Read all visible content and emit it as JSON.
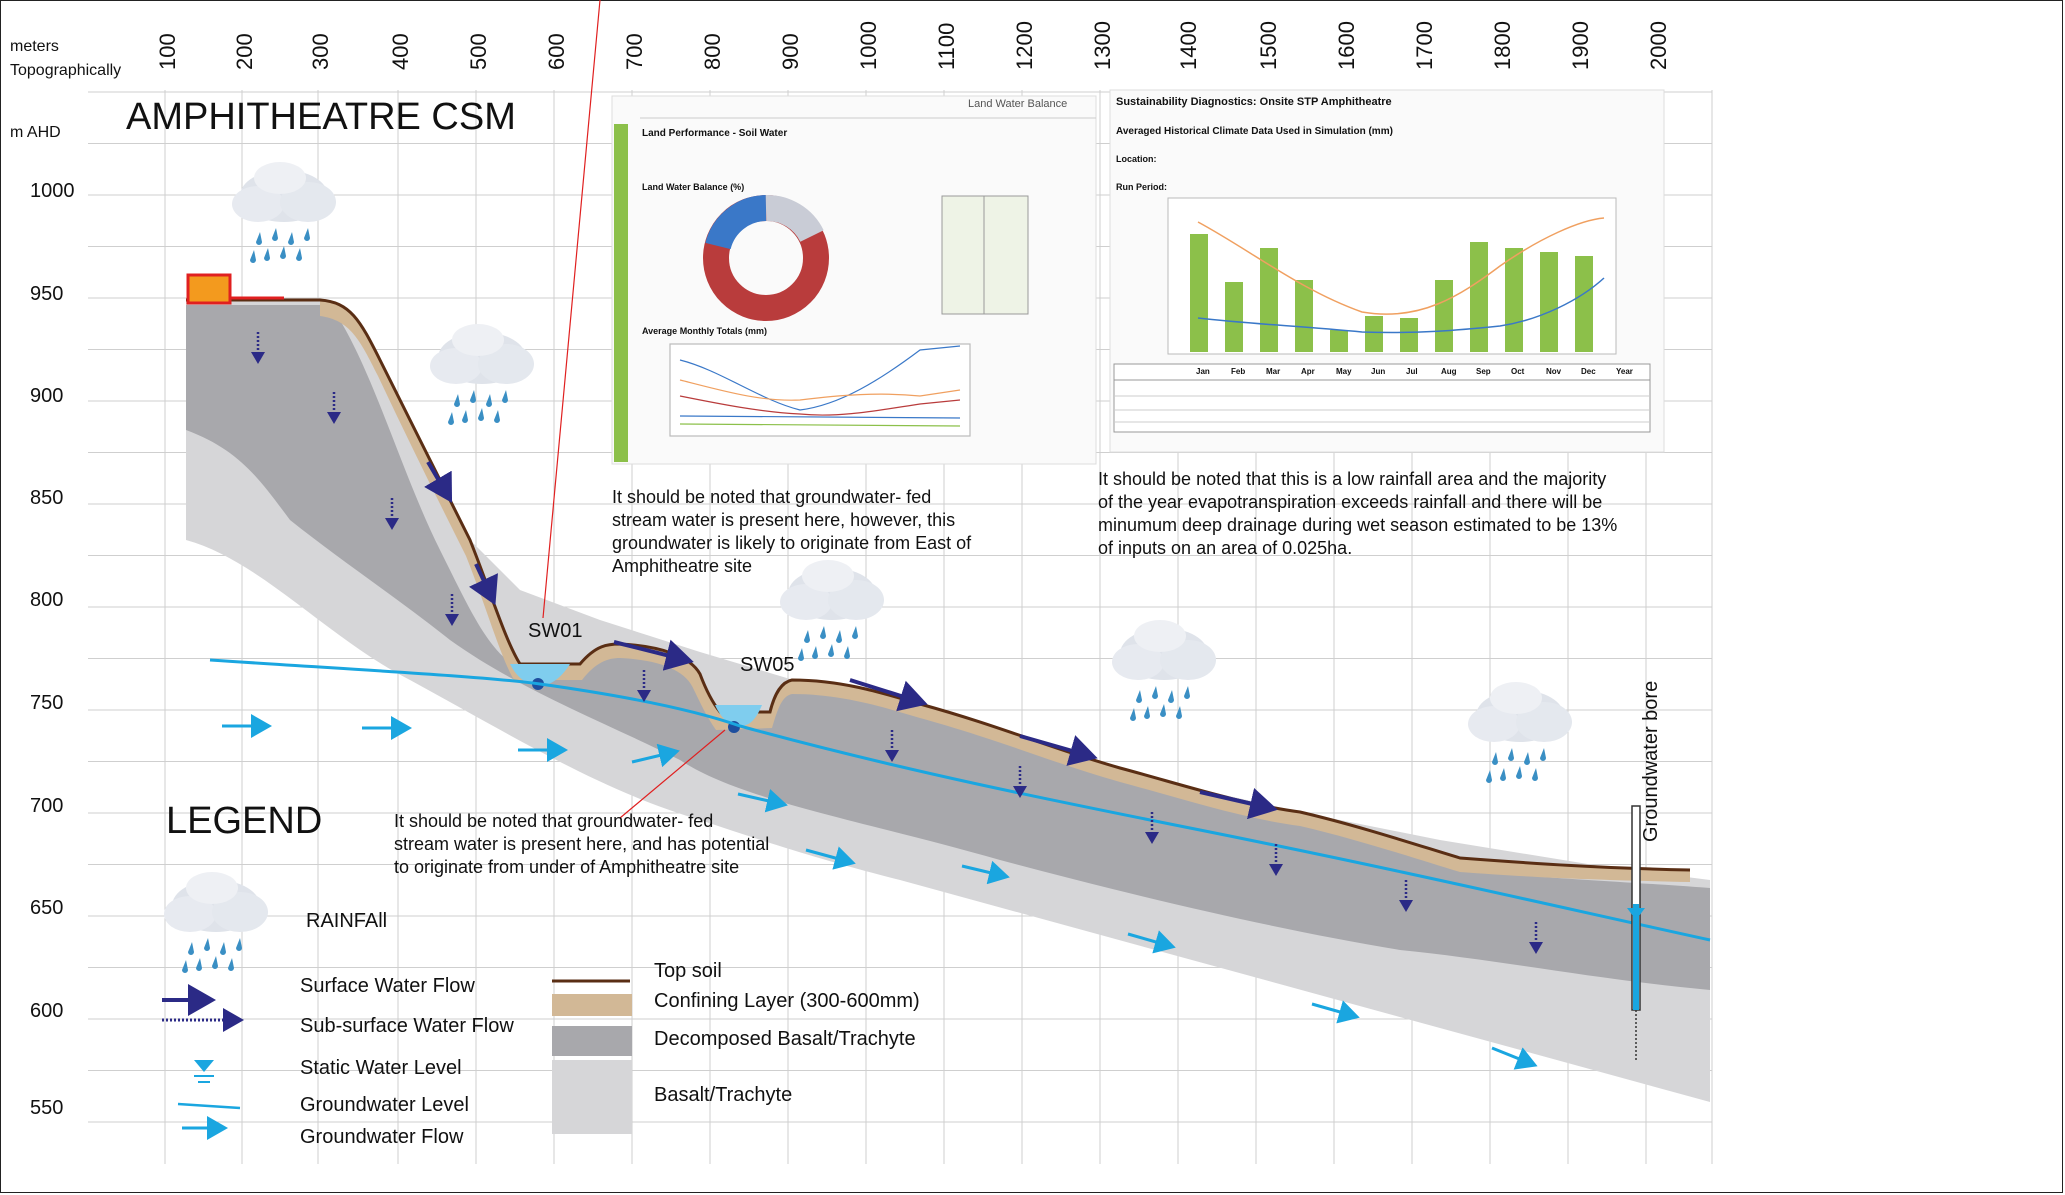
{
  "title": "AMPHITHEATRE CSM",
  "x_axis": {
    "caption_lines": [
      "meters",
      "Topographically"
    ],
    "ticks": [
      "100",
      "200",
      "300",
      "400",
      "500",
      "600",
      "700",
      "800",
      "900",
      "1000",
      "1100",
      "1200",
      "1300",
      "1400",
      "1500",
      "1600",
      "1700",
      "1800",
      "1900",
      "2000"
    ]
  },
  "y_axis": {
    "unit": "m AHD",
    "ticks": [
      "1000",
      "950",
      "900",
      "850",
      "800",
      "750",
      "700",
      "650",
      "600",
      "550"
    ]
  },
  "labels": {
    "sw01": "SW01",
    "sw05": "SW05",
    "bore": "Groundwater bore"
  },
  "notes": {
    "sw01": "It should be noted that groundwater- fed stream water is present here, however, this groundwater is likely to originate from East of Amphitheatre site",
    "sw05": "It should be noted that groundwater- fed stream water is present here, and has potential to originate from under of Amphitheatre site",
    "rainfall": "It should be noted that this is a low rainfall area and the majority of the year evapotranspiration exceeds rainfall and there will be minumum deep drainage during wet season estimated to be 13% of inputs on an area of 0.025ha."
  },
  "legend": {
    "title": "LEGEND",
    "rainfall": "RAINFAll",
    "surface_flow": "Surface Water Flow",
    "subsurface_flow": "Sub-surface Water Flow",
    "static_level": "Static Water Level",
    "gw_level": "Groundwater Level",
    "gw_flow": "Groundwater Flow",
    "topsoil": "Top soil",
    "confining": "Confining Layer (300-600mm)",
    "decomposed": "Decomposed Basalt/Trachyte",
    "basalt": "Basalt/Trachyte"
  },
  "inset_water_balance": {
    "header": "Land Water Balance",
    "section": "Land Performance - Soil Water",
    "chart_a_title": "Land Water Balance (%)",
    "chart_b_title": "Average Monthly Totals (mm)"
  },
  "inset_climate": {
    "title": "Sustainability Diagnostics: Onsite STP Amphitheatre",
    "subtitle": "Averaged Historical Climate Data Used in Simulation (mm)",
    "location_label": "Location:",
    "period_label": "Run Period:",
    "months": [
      "Jan",
      "Feb",
      "Mar",
      "Apr",
      "May",
      "Jun",
      "Jul",
      "Aug",
      "Sep",
      "Oct",
      "Nov",
      "Dec",
      "Year"
    ]
  },
  "colors": {
    "grid": "#c8c8c8",
    "topsoil": "#5a2e14",
    "confining": "#d2b896",
    "decomposed": "#a8a8ac",
    "basalt": "#d6d6d8",
    "groundwater": "#1aa6e0",
    "surface_arrow": "#2b2a86",
    "inset_green": "#8cc04a",
    "inset_orange": "#f0a060",
    "inset_blue": "#3a78c8",
    "site_box": "#f39a1e",
    "site_outline": "#e02020"
  }
}
